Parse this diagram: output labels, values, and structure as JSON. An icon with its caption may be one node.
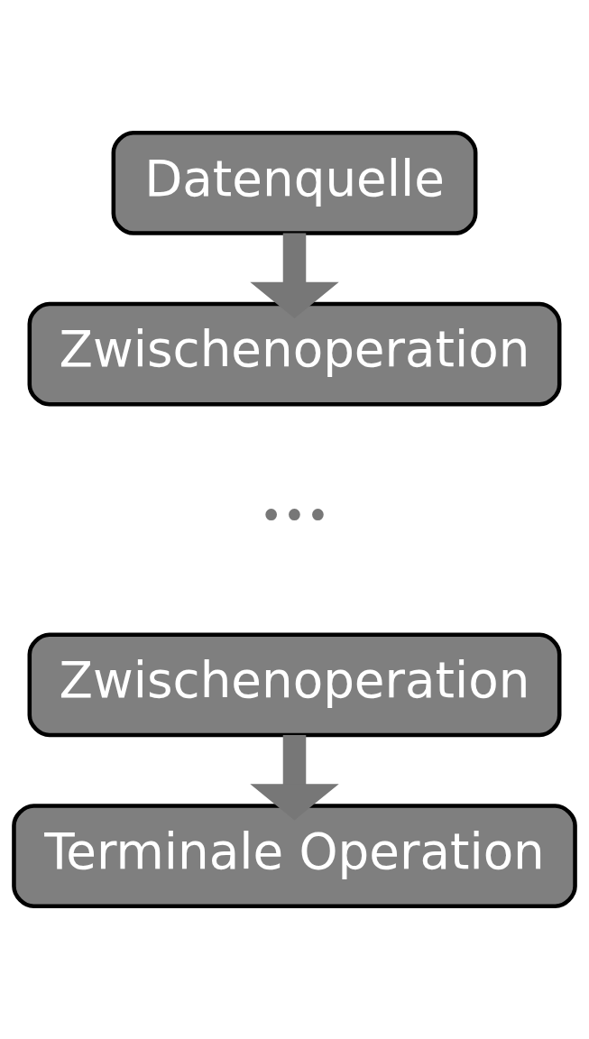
{
  "diagram": {
    "nodes": [
      {
        "text": [
          "Datenquelle"
        ]
      },
      {
        "text": [
          "Zwischenoperation"
        ]
      },
      {
        "text": [
          "Zwischenoperation"
        ]
      },
      {
        "text": [
          "Terminale Operation"
        ]
      }
    ],
    "edges": [
      {
        "from": 0,
        "to": 1,
        "arrow": "to"
      },
      {
        "from": 2,
        "to": 3,
        "arrow": "to"
      }
    ],
    "labels": [
      "•••"
    ]
  }
}
